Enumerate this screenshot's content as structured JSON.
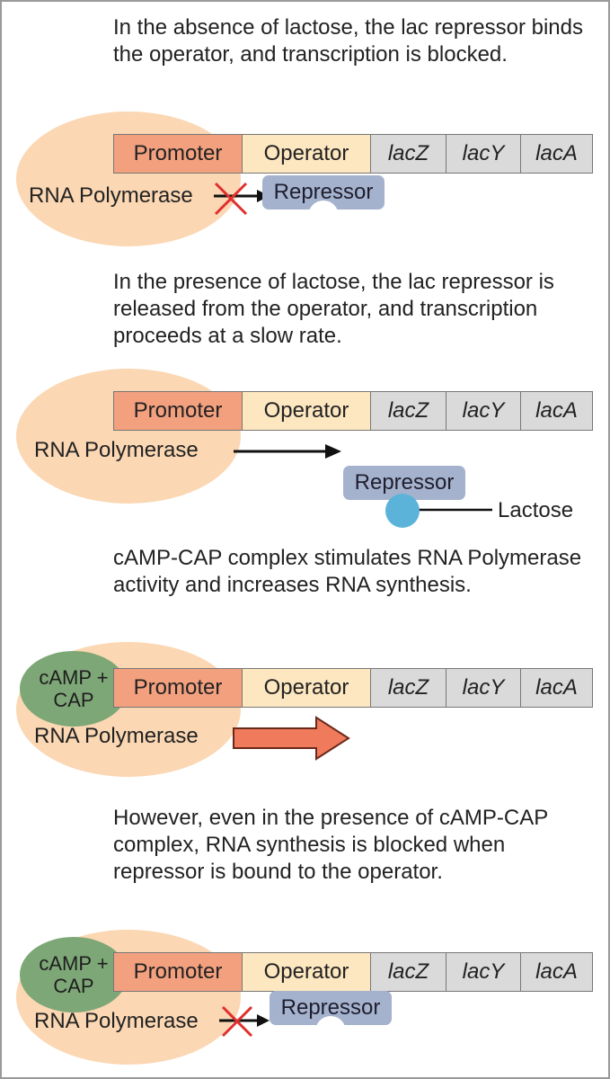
{
  "panels": [
    {
      "text": "In the absence of lactose, the lac repressor binds the operator, and transcription is blocked.",
      "genes": [
        "Promoter",
        "Operator",
        "lacZ",
        "lacY",
        "lacA"
      ],
      "polymerase": "RNA Polymerase",
      "repressor": "Repressor"
    },
    {
      "text": "In the presence of lactose, the lac repressor is released from the operator, and transcription proceeds at a slow rate.",
      "genes": [
        "Promoter",
        "Operator",
        "lacZ",
        "lacY",
        "lacA"
      ],
      "polymerase": "RNA Polymerase",
      "repressor": "Repressor",
      "lactose": "Lactose"
    },
    {
      "text": "cAMP-CAP complex stimulates RNA Polymerase activity and increases RNA synthesis.",
      "cap": "cAMP + CAP",
      "genes": [
        "Promoter",
        "Operator",
        "lacZ",
        "lacY",
        "lacA"
      ],
      "polymerase": "RNA Polymerase"
    },
    {
      "text": "However, even in the presence of cAMP-CAP complex, RNA synthesis is blocked when repressor is bound to the operator.",
      "cap": "cAMP + CAP",
      "genes": [
        "Promoter",
        "Operator",
        "lacZ",
        "lacY",
        "lacA"
      ],
      "polymerase": "RNA Polymerase",
      "repressor": "Repressor"
    }
  ],
  "colors": {
    "promoter": "#f3a07f",
    "operator": "#fde7c0",
    "gene": "#dadada",
    "polymerase_blob": "#fbd7b3",
    "cap_blob": "#7ea777",
    "repressor": "#a5b2cd",
    "lactose": "#5bb3d9",
    "strong_arrow": "#f07a5c",
    "block_cross": "#e0302e"
  }
}
